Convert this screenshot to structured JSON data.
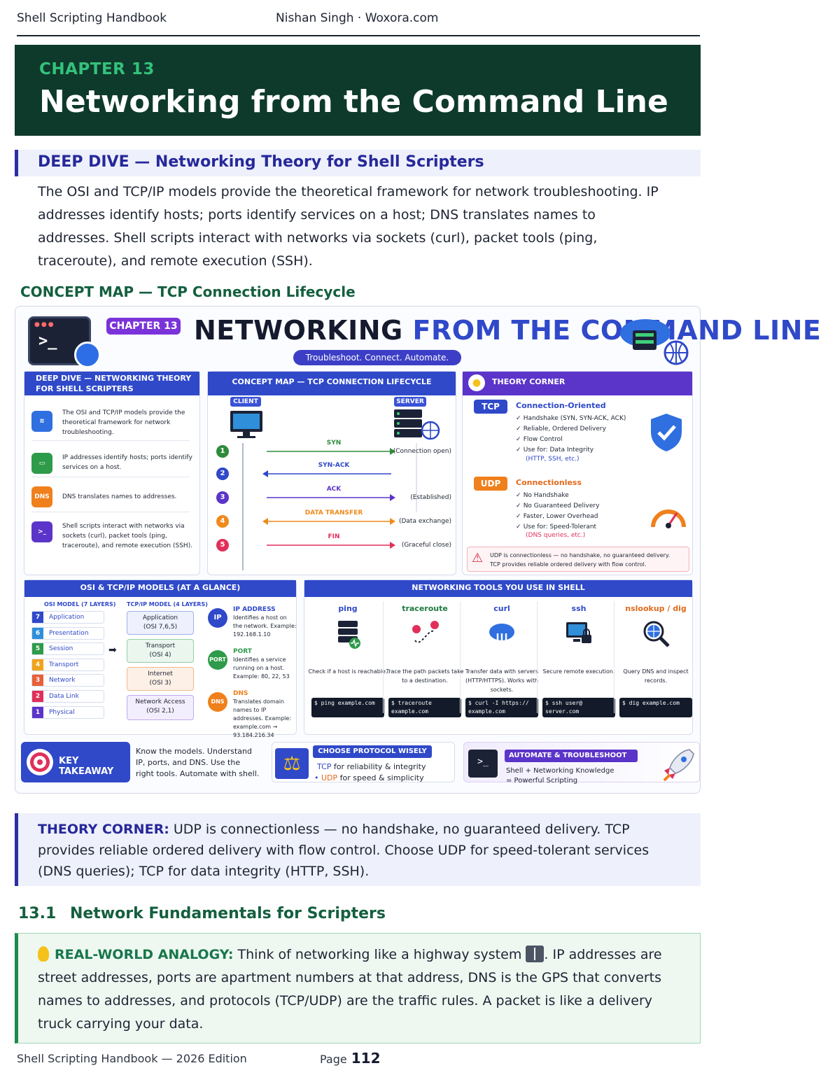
{
  "running_header": {
    "left": "Shell Scripting Handbook",
    "center": "Nishan Singh · Woxora.com"
  },
  "chapter": {
    "kicker": "CHAPTER 13",
    "title": "Networking from the Command Line"
  },
  "deep_dive": {
    "heading": "DEEP DIVE — Networking Theory for Shell Scripters",
    "body": "The OSI and TCP/IP models provide the theoretical framework for network troubleshooting. IP addresses identify hosts; ports identify services on a host; DNS translates names to addresses. Shell scripts interact with networks via sockets (curl), packet tools (ping, traceroute), and remote execution (SSH)."
  },
  "concept_map_heading": "CONCEPT MAP — TCP Connection Lifecycle",
  "infographic": {
    "badge": "CHAPTER 13",
    "title_a": "NETWORKING",
    "title_b": "FROM THE COMMAND LINE",
    "tagline": "Troubleshoot. Connect. Automate.",
    "prompt": ">_",
    "deep_dive_panel": {
      "title": "DEEP DIVE — NETWORKING THEORY FOR SHELL SCRIPTERS",
      "items": [
        {
          "icon": "layers-icon",
          "text": "The OSI and TCP/IP models provide the theoretical framework for network troubleshooting."
        },
        {
          "icon": "monitor-icon",
          "text": "IP addresses identify hosts; ports identify services on a host."
        },
        {
          "icon": "dns-icon",
          "icon_text": "DNS",
          "text": "DNS translates names to addresses."
        },
        {
          "icon": "terminal-icon",
          "text": "Shell scripts interact with networks via sockets (curl), packet tools (ping, traceroute), and remote execution (SSH)."
        }
      ]
    },
    "lifecycle_panel": {
      "title": "CONCEPT MAP — TCP CONNECTION LIFECYCLE",
      "client": "CLIENT",
      "server": "SERVER",
      "steps": [
        {
          "n": "1",
          "label": "SYN",
          "note": "(Connection open)",
          "color": "#2e8b3a",
          "dir": "right"
        },
        {
          "n": "2",
          "label": "SYN-ACK",
          "note": "",
          "color": "#2f49c9",
          "dir": "left"
        },
        {
          "n": "3",
          "label": "ACK",
          "note": "(Established)",
          "color": "#5b34c9",
          "dir": "right"
        },
        {
          "n": "4",
          "label": "DATA TRANSFER",
          "note": "(Data exchange)",
          "color": "#f08a1c",
          "dir": "both"
        },
        {
          "n": "5",
          "label": "FIN",
          "note": "(Graceful close)",
          "color": "#e0305a",
          "dir": "right"
        }
      ]
    },
    "theory_panel": {
      "title": "THEORY CORNER",
      "tcp": {
        "tag": "TCP",
        "head": "Connection-Oriented",
        "items": [
          "Handshake (SYN, SYN-ACK, ACK)",
          "Reliable, Ordered Delivery",
          "Flow Control",
          "Use for: Data Integrity"
        ],
        "note": "(HTTP, SSH, etc.)"
      },
      "udp": {
        "tag": "UDP",
        "head": "Connectionless",
        "items": [
          "No Handshake",
          "No Guaranteed Delivery",
          "Faster, Lower Overhead",
          "Use for: Speed-Tolerant"
        ],
        "note": "(DNS queries, etc.)"
      },
      "warning_line1": "UDP is connectionless — no handshake, no guaranteed delivery.",
      "warning_line2": "TCP provides reliable ordered delivery with flow control."
    },
    "osi_panel": {
      "title": "OSI & TCP/IP MODELS (AT A GLANCE)",
      "osi_head": "OSI MODEL (7 LAYERS)",
      "tcpip_head": "TCP/IP MODEL (4 LAYERS)",
      "osi_layers": [
        {
          "n": "7",
          "name": "Application",
          "color": "#2f49c9"
        },
        {
          "n": "6",
          "name": "Presentation",
          "color": "#2f8fd9"
        },
        {
          "n": "5",
          "name": "Session",
          "color": "#2e9b4a"
        },
        {
          "n": "4",
          "name": "Transport",
          "color": "#f0a41c"
        },
        {
          "n": "3",
          "name": "Network",
          "color": "#e8603a"
        },
        {
          "n": "2",
          "name": "Data Link",
          "color": "#e0305a"
        },
        {
          "n": "1",
          "name": "Physical",
          "color": "#5b34c9"
        }
      ],
      "tcpip_layers": [
        {
          "line1": "Application",
          "line2": "(OSI 7,6,5)"
        },
        {
          "line1": "Transport",
          "line2": "(OSI 4)"
        },
        {
          "line1": "Internet",
          "line2": "(OSI 3)"
        },
        {
          "line1": "Network Access",
          "line2": "(OSI 2,1)"
        }
      ],
      "defs": [
        {
          "icon": "IP",
          "title": "IP ADDRESS",
          "text": "Identifies a host on the network. Example: 192.168.1.10"
        },
        {
          "icon": "PORT",
          "title": "PORT",
          "text": "Identifies a service running on a host. Example: 80, 22, 53"
        },
        {
          "icon": "DNS",
          "title": "DNS",
          "text": "Translates domain names to IP addresses. Example: example.com → 93.184.216.34"
        }
      ]
    },
    "tools_panel": {
      "title": "NETWORKING TOOLS YOU USE IN SHELL",
      "tools": [
        {
          "name": "ping",
          "desc": "Check if a host is reachable.",
          "cmd": "$ ping example.com",
          "icon": "server-pulse-icon"
        },
        {
          "name": "traceroute",
          "desc": "Trace the path packets take to a destination.",
          "cmd": "$ traceroute example.com",
          "icon": "route-pin-icon"
        },
        {
          "name": "curl",
          "desc": "Transfer data with servers (HTTP/HTTPS). Works with sockets.",
          "cmd": "$ curl -I https:// example.com",
          "icon": "cloud-transfer-icon"
        },
        {
          "name": "ssh",
          "desc": "Secure remote execution.",
          "cmd": "$ ssh user@ server.com",
          "icon": "monitor-lock-icon"
        },
        {
          "name": "nslookup / dig",
          "desc": "Query DNS and inspect records.",
          "cmd": "$ dig example.com",
          "icon": "magnifier-globe-icon"
        }
      ]
    },
    "takeaway": {
      "label": "KEY TAKEAWAY",
      "text": "Know the models. Understand IP, ports, and DNS. Use the right tools. Automate with shell."
    },
    "protocol": {
      "title": "CHOOSE PROTOCOL WISELY",
      "tcp": "TCP",
      "tcp_text": "for reliability & integrity",
      "udp": "UDP",
      "udp_text": "for speed & simplicity"
    },
    "automate": {
      "title": "AUTOMATE & TROUBLESHOOT",
      "line1": "Shell + Networking Knowledge",
      "line2": "= Powerful Scripting"
    }
  },
  "theory_corner": {
    "label": "THEORY CORNER:",
    "text": "UDP is connectionless — no handshake, no guaranteed delivery. TCP provides reliable ordered delivery with flow control. Choose UDP for speed-tolerant services (DNS queries); TCP for data integrity (HTTP, SSH)."
  },
  "section": {
    "number": "13.1",
    "title": "Network Fundamentals for Scripters"
  },
  "analogy": {
    "label": "REAL-WORLD ANALOGY:",
    "text_a": "Think of networking like a highway system",
    "text_b": ". IP addresses are street addresses, ports are apartment numbers at that address, DNS is the GPS that converts names to addresses, and protocols (TCP/UDP) are the traffic rules. A packet is like a delivery truck carrying your data."
  },
  "footer": {
    "left": "Shell Scripting Handbook — 2026 Edition",
    "page_label": "Page",
    "page_number": "112"
  }
}
